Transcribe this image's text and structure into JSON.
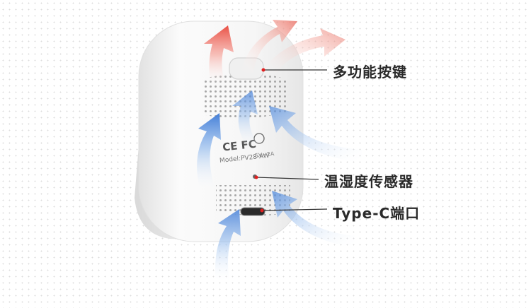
{
  "callouts": {
    "button": "多功能按键",
    "sensor": "温湿度传感器",
    "port": "Type-C端口"
  },
  "device": {
    "cert_marks": "CE FC",
    "model_text": "Model:PV28-AW",
    "rating_text": "5V⎓2A"
  },
  "colors": {
    "leader_line": "#333333",
    "dot": "#e02020",
    "warm_arrow": "#e8463a",
    "cool_arrow": "#3a78d6",
    "body": "#f4f4f4"
  }
}
